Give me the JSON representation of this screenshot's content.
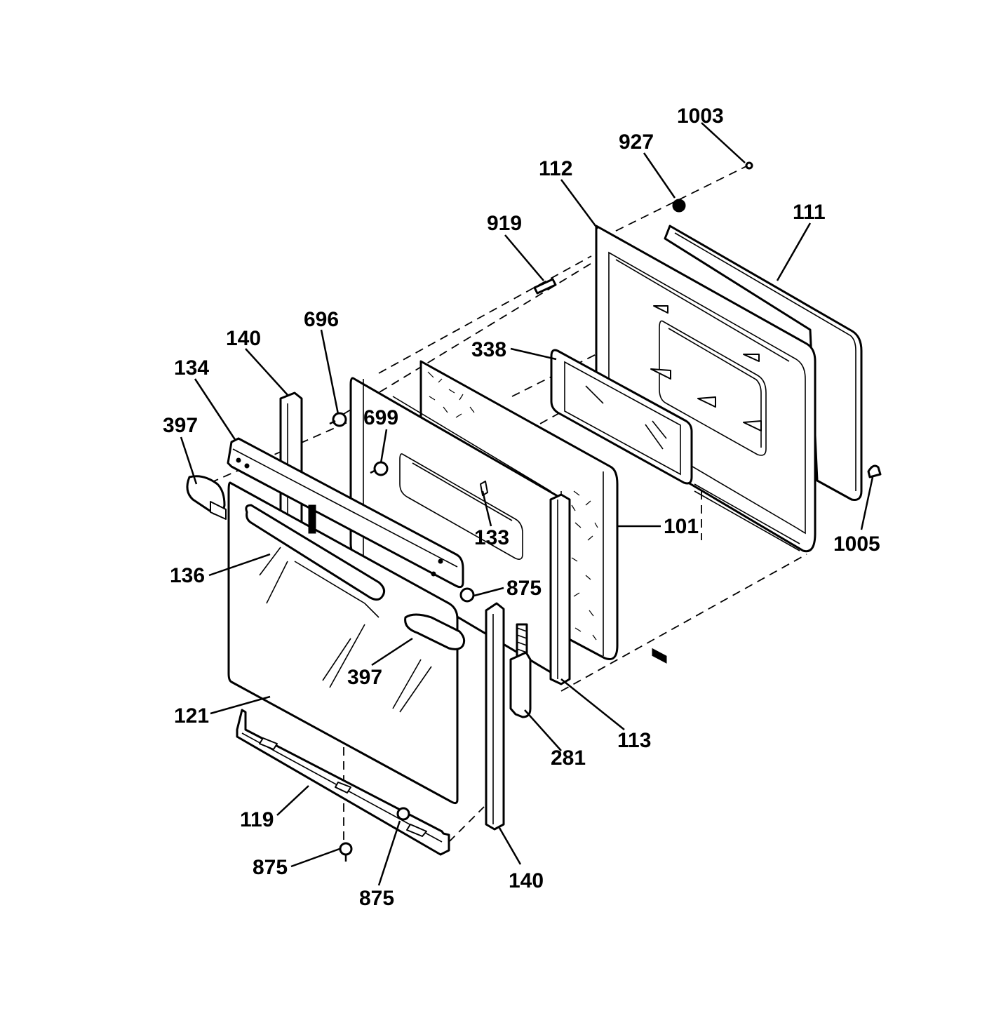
{
  "callouts": [
    {
      "id": "c1003",
      "text": "1003"
    },
    {
      "id": "c927",
      "text": "927"
    },
    {
      "id": "c112",
      "text": "112"
    },
    {
      "id": "c111",
      "text": "111"
    },
    {
      "id": "c919",
      "text": "919"
    },
    {
      "id": "c696",
      "text": "696"
    },
    {
      "id": "c140a",
      "text": "140"
    },
    {
      "id": "c134",
      "text": "134"
    },
    {
      "id": "c338",
      "text": "338"
    },
    {
      "id": "c397a",
      "text": "397"
    },
    {
      "id": "c699",
      "text": "699"
    },
    {
      "id": "c101",
      "text": "101"
    },
    {
      "id": "c133",
      "text": "133"
    },
    {
      "id": "c1005",
      "text": "1005"
    },
    {
      "id": "c136",
      "text": "136"
    },
    {
      "id": "c875a",
      "text": "875"
    },
    {
      "id": "c397b",
      "text": "397"
    },
    {
      "id": "c121",
      "text": "121"
    },
    {
      "id": "c113",
      "text": "113"
    },
    {
      "id": "c281",
      "text": "281"
    },
    {
      "id": "c119",
      "text": "119"
    },
    {
      "id": "c875b",
      "text": "875"
    },
    {
      "id": "c875c",
      "text": "875"
    },
    {
      "id": "c140b",
      "text": "140"
    }
  ],
  "colors": {
    "ink": "#000000",
    "paper": "#ffffff"
  }
}
